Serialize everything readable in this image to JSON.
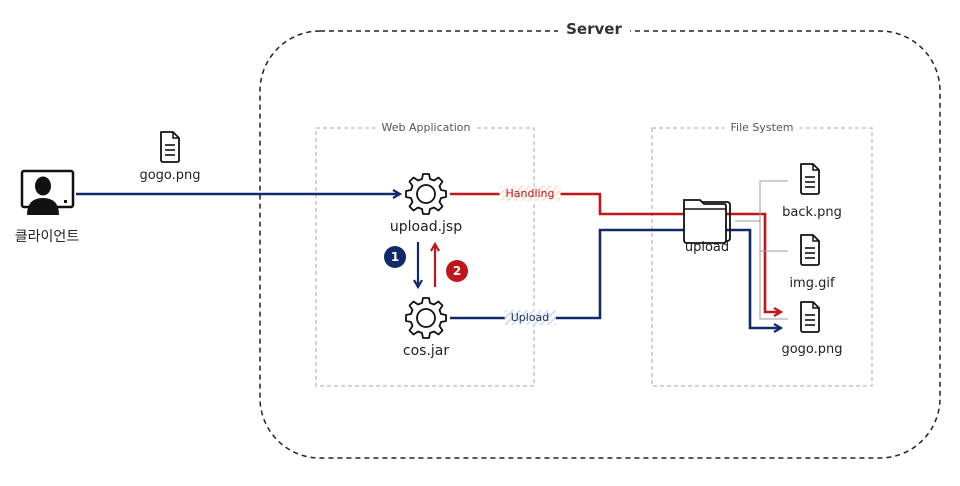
{
  "server": {
    "title": "Server"
  },
  "client": {
    "label": "클라이언트",
    "file_label": "gogo.png"
  },
  "web_application": {
    "title": "Web Application",
    "components": [
      {
        "name": "upload.jsp"
      },
      {
        "name": "cos.jar"
      }
    ],
    "steps": [
      {
        "number": "1",
        "direction": "down",
        "color": "#12296b"
      },
      {
        "number": "2",
        "direction": "up",
        "color": "#c0161b"
      }
    ]
  },
  "flows": {
    "handling": {
      "label": "Handling",
      "color": "#c0161b"
    },
    "upload": {
      "label": "Upload",
      "color": "#12296b"
    }
  },
  "file_system": {
    "title": "File System",
    "folder": "upload",
    "files": [
      "back.png",
      "img.gif",
      "gogo.png"
    ]
  }
}
